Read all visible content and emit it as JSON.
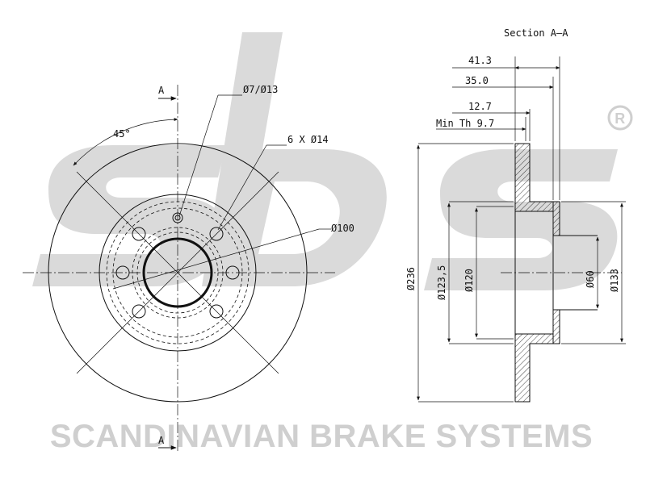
{
  "brand": {
    "watermark_text": "SCANDINAVIAN BRAKE SYSTEMS",
    "registered_mark": "R",
    "logo_letters": "sbs",
    "watermark_color": "#dadada"
  },
  "front_view": {
    "section_marker_top": "A",
    "section_marker_bottom": "A",
    "angle_label": "45°",
    "hole_label": "Ø7/Ø13",
    "bolt_holes_label": "6 X Ø14",
    "pcd_label": "Ø100"
  },
  "section_view": {
    "title": "Section A–A",
    "dims": {
      "total_height": "41.3",
      "hat_height": "35.0",
      "thickness": "12.7",
      "min_thickness": "Min Th 9.7",
      "outer_diameter": "Ø236",
      "braking_inner_diameter": "Ø123,5",
      "hat_diameter": "Ø120",
      "bore_diameter": "Ø60",
      "hub_diameter": "Ø133"
    }
  }
}
